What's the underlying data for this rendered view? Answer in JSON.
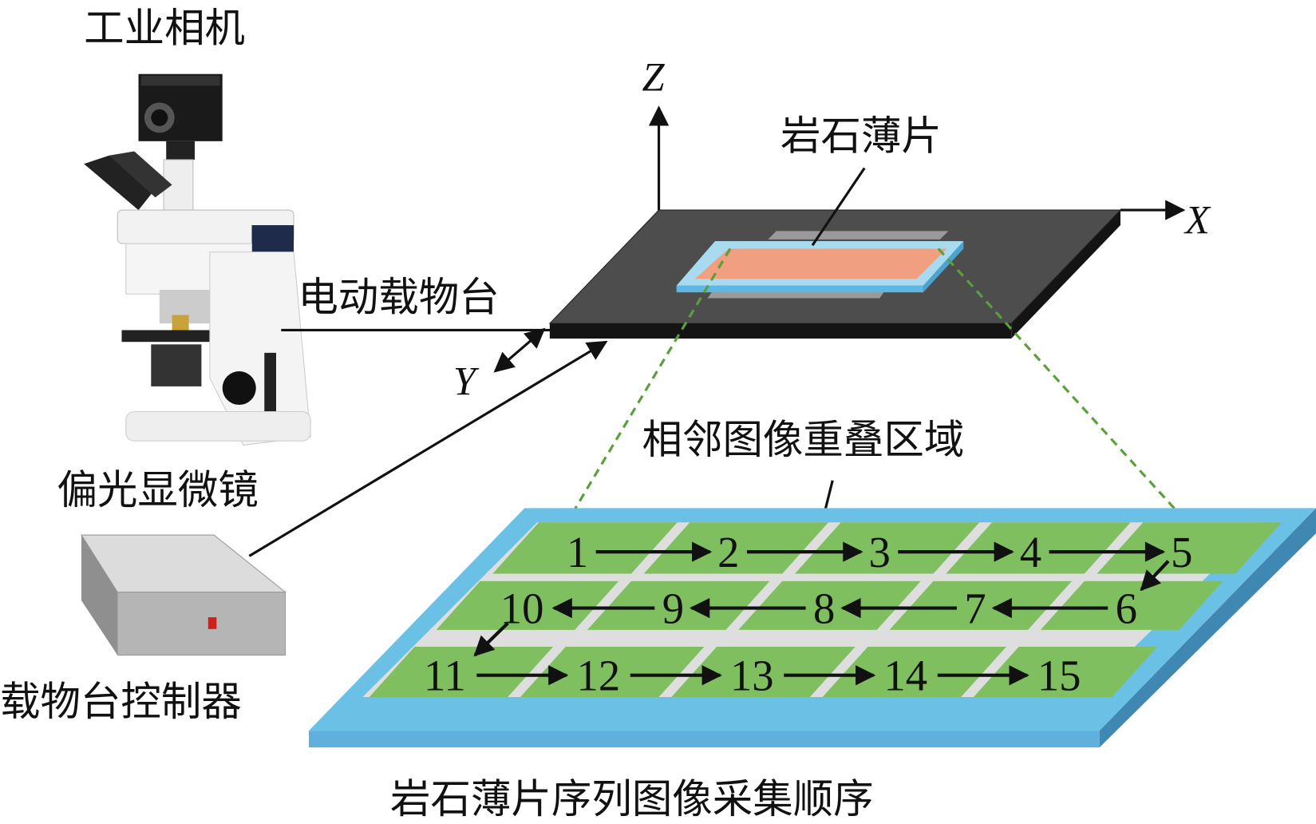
{
  "labels": {
    "camera": "工业相机",
    "microscope": "偏光显微镜",
    "controller": "载物台控制器",
    "stage": "电动载物台",
    "thin_section": "岩石薄片",
    "overlap": "相邻图像重叠区域",
    "caption": "岩石薄片序列图像采集顺序"
  },
  "axes": {
    "x": "X",
    "y": "Y",
    "z": "Z"
  },
  "tiles": {
    "rows": [
      {
        "numbers": [
          "1",
          "2",
          "3",
          "4",
          "5"
        ],
        "direction": "right"
      },
      {
        "numbers": [
          "10",
          "9",
          "8",
          "7",
          "6"
        ],
        "direction": "left"
      },
      {
        "numbers": [
          "11",
          "12",
          "13",
          "14",
          "15"
        ],
        "direction": "right"
      }
    ]
  },
  "colors": {
    "tile": "#7fbf5f",
    "plate": "#6bc0e6",
    "plate_side": "#3f88b3",
    "stage": "#4d4d4d",
    "section": "#f0a080",
    "dashed": "#5aa03a"
  }
}
